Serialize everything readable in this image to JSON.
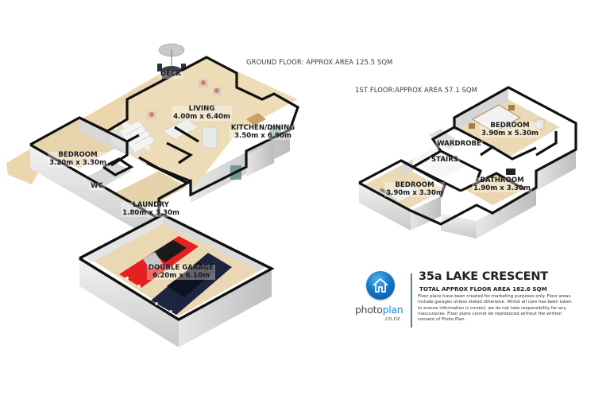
{
  "ground_floor": {
    "title": "GROUND FLOOR: APPROX AREA 125.5 SQM",
    "rooms": [
      {
        "name": "DECK",
        "dimensions": ""
      },
      {
        "name": "LIVING",
        "dimensions": "4.00m x 6.40m"
      },
      {
        "name": "KITCHEN/DINING",
        "dimensions": "3.50m x 6.90m"
      },
      {
        "name": "BEDROOM",
        "dimensions": "3.20m x 3.30m"
      },
      {
        "name": "WC",
        "dimensions": ""
      },
      {
        "name": "LAUNDRY",
        "dimensions": "1.80m x 3.30m"
      },
      {
        "name": "DOUBLE GARAGE",
        "dimensions": "6.20m x 6.10m"
      }
    ]
  },
  "first_floor": {
    "title": "1ST FLOOR:APPROX AREA 57.1 SQM",
    "rooms": [
      {
        "name": "BEDROOM",
        "dimensions": "3.90m x 5.30m"
      },
      {
        "name": "WARDROBE",
        "dimensions": ""
      },
      {
        "name": "STAIRS",
        "dimensions": ""
      },
      {
        "name": "BEDROOM",
        "dimensions": "3.90m x 3.30m"
      },
      {
        "name": "BATHROOM",
        "dimensions": "1.90m x 3.30m"
      }
    ]
  },
  "info": {
    "address": "35a LAKE CRESCENT",
    "total_area": "TOTAL APPROX FLOOR AREA 182.6 SQM",
    "disclaimer": "Floor plans have been created for marketing purposes only. Floor areas include garages unless stated otherwise. Whilst all care has been taken to ensure information is correct, we do not take responsibility for any inaccuracies. Floor plans cannot be reproduced without the written consent of Photo Plan."
  },
  "logo": {
    "word_part1": "photo",
    "word_part2": "plan",
    "domain": ".co.nz",
    "icon": "house-icon"
  },
  "colors": {
    "floor": "#e9d9b4",
    "wall_top": "#111111",
    "wall_face": "#d9d9d9",
    "deck": "#ecd6ae",
    "logo_blue": "#1478c8",
    "car_red": "#e02020",
    "car_navy": "#1c2440"
  }
}
